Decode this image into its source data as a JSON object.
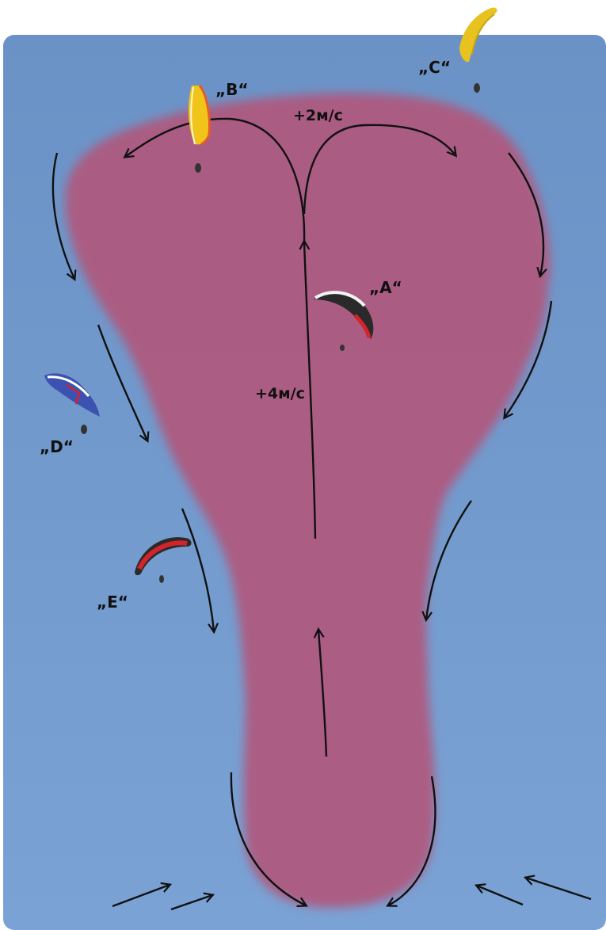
{
  "colors": {
    "page_background": "#ffffff",
    "sky": "#6f96c9",
    "thermal": "#b0587d",
    "arrow": "#111111",
    "glider_yellow": "#e8c21f",
    "glider_black": "#2a2a2a",
    "glider_red": "#d4232b",
    "glider_blue": "#3b52b0"
  },
  "labels": {
    "speed_top": "+2м/с",
    "speed_core": "+4м/с",
    "glider_a": "„A“",
    "glider_b": "„B“",
    "glider_c": "„C“",
    "glider_d": "„D“",
    "glider_e": "„E“"
  },
  "icons": [
    "paraglider-a-icon",
    "paraglider-b-icon",
    "paraglider-c-icon",
    "paraglider-d-icon",
    "paraglider-e-icon"
  ]
}
